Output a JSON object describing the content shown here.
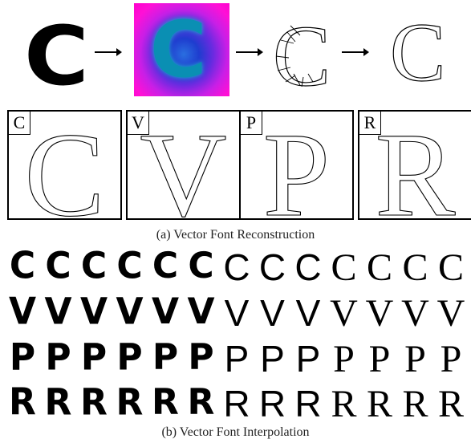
{
  "pipeline": {
    "stages": [
      "source-glyph",
      "distance-field",
      "bezier-segments",
      "reconstructed-outline"
    ],
    "glyph": "C",
    "sdf_colors": {
      "outer": "#ff00cc",
      "mid": "#6a2be0",
      "inner": "#1f3dcf",
      "core": "#0a8fb3"
    }
  },
  "reconstruction": {
    "letters": [
      {
        "tag": "C",
        "glyph": "C"
      },
      {
        "tag": "V",
        "glyph": "V"
      },
      {
        "tag": "P",
        "glyph": "P"
      },
      {
        "tag": "R",
        "glyph": "R"
      }
    ],
    "caption": "(a) Vector Font Reconstruction"
  },
  "interpolation": {
    "rows": [
      [
        "C",
        "C",
        "C",
        "C",
        "C",
        "C",
        "C",
        "C",
        "C",
        "C",
        "C",
        "C",
        "C"
      ],
      [
        "V",
        "V",
        "V",
        "V",
        "V",
        "V",
        "V",
        "V",
        "V",
        "V",
        "V",
        "V",
        "V"
      ],
      [
        "P",
        "P",
        "P",
        "P",
        "P",
        "P",
        "P",
        "P",
        "P",
        "P",
        "P",
        "P",
        "P"
      ],
      [
        "R",
        "R",
        "R",
        "R",
        "R",
        "R",
        "R",
        "R",
        "R",
        "R",
        "R",
        "R",
        "R"
      ]
    ],
    "caption": "(b) Vector Font Interpolation"
  }
}
